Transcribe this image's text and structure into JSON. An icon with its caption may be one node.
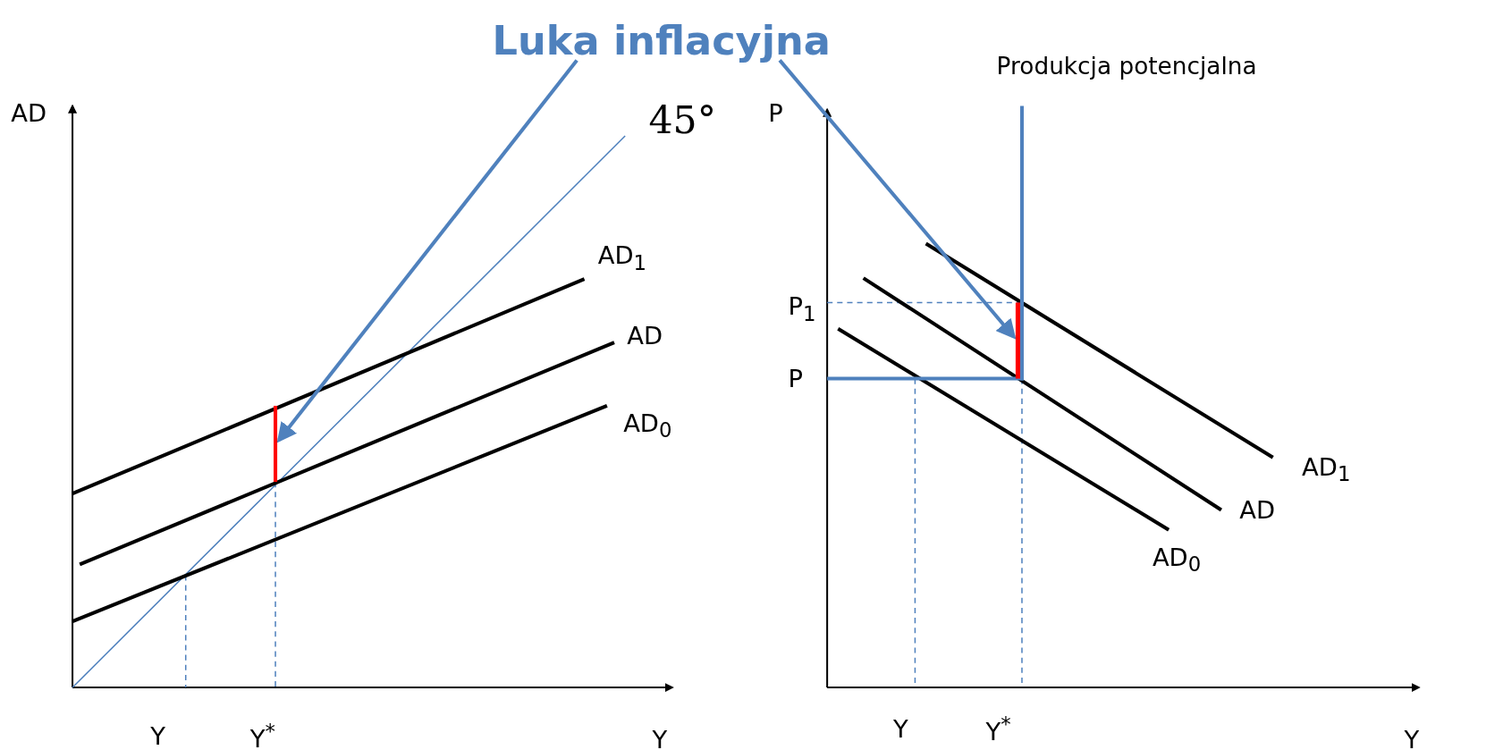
{
  "diagram": {
    "nodes": [
      {
        "text": [
          "Luka inflacyjna"
        ]
      },
      {
        "text": [],
        "shape": "bar"
      },
      {
        "text": [],
        "shape": "bar"
      }
    ],
    "edges": [
      {
        "from": 0,
        "to": 1,
        "arrow": "to"
      },
      {
        "from": 0,
        "to": 2,
        "arrow": "to"
      }
    ],
    "labels": [
      "Produkcja potencjalna",
      "AD",
      "45°",
      "P",
      "AD$_{1}$",
      "AD",
      "P$_{1}$",
      "P",
      "AD$_{0}$",
      "AD$_{1}$",
      "AD",
      "AD$_{0}$",
      "Y",
      "Y$^{*}$",
      "Y",
      "Y",
      "Y$^{*}$",
      "Y"
    ]
  }
}
